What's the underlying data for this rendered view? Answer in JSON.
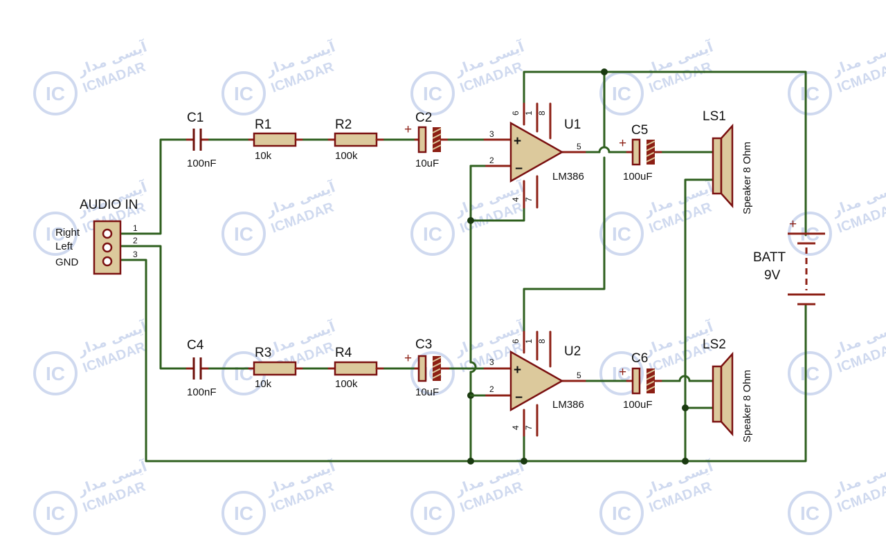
{
  "watermark": {
    "logo_letters": "IC",
    "brand_fa": "آیسی مدار",
    "brand_en": "ICMADAR"
  },
  "connector": {
    "title": "AUDIO IN",
    "pins": [
      {
        "num": "1",
        "label": "Right"
      },
      {
        "num": "2",
        "label": "Left"
      },
      {
        "num": "3",
        "label": "GND"
      }
    ]
  },
  "capacitors": {
    "c1": {
      "ref": "C1",
      "value": "100nF"
    },
    "c4": {
      "ref": "C4",
      "value": "100nF"
    },
    "c2": {
      "ref": "C2",
      "value": "10uF",
      "polarity": "+"
    },
    "c3": {
      "ref": "C3",
      "value": "10uF",
      "polarity": "+"
    },
    "c5": {
      "ref": "C5",
      "value": "100uF",
      "polarity": "+"
    },
    "c6": {
      "ref": "C6",
      "value": "100uF",
      "polarity": "+"
    }
  },
  "resistors": {
    "r1": {
      "ref": "R1",
      "value": "10k"
    },
    "r2": {
      "ref": "R2",
      "value": "100k"
    },
    "r3": {
      "ref": "R3",
      "value": "10k"
    },
    "r4": {
      "ref": "R4",
      "value": "100k"
    }
  },
  "amplifiers": {
    "u1": {
      "ref": "U1",
      "part": "LM386",
      "pins": {
        "non_inv": "3",
        "inv": "2",
        "out": "5",
        "vs": "6",
        "gnd": "4",
        "bypass": "7",
        "gain1": "1",
        "gain8": "8"
      },
      "plus": "+",
      "minus": "−"
    },
    "u2": {
      "ref": "U2",
      "part": "LM386",
      "pins": {
        "non_inv": "3",
        "inv": "2",
        "out": "5",
        "vs": "6",
        "gnd": "4",
        "bypass": "7",
        "gain1": "1",
        "gain8": "8"
      },
      "plus": "+",
      "minus": "−"
    }
  },
  "speakers": {
    "ls1": {
      "ref": "LS1",
      "desc": "Speaker 8 Ohm"
    },
    "ls2": {
      "ref": "LS2",
      "desc": "Speaker 8 Ohm"
    }
  },
  "battery": {
    "ref": "BATT",
    "value": "9V",
    "polarity": "+"
  },
  "colors": {
    "wire": "#2e5f1e",
    "lead": "#8c1f14",
    "component_fill": "#dcc99c",
    "component_stroke": "#7a1010",
    "watermark": "#c7d3ec"
  }
}
